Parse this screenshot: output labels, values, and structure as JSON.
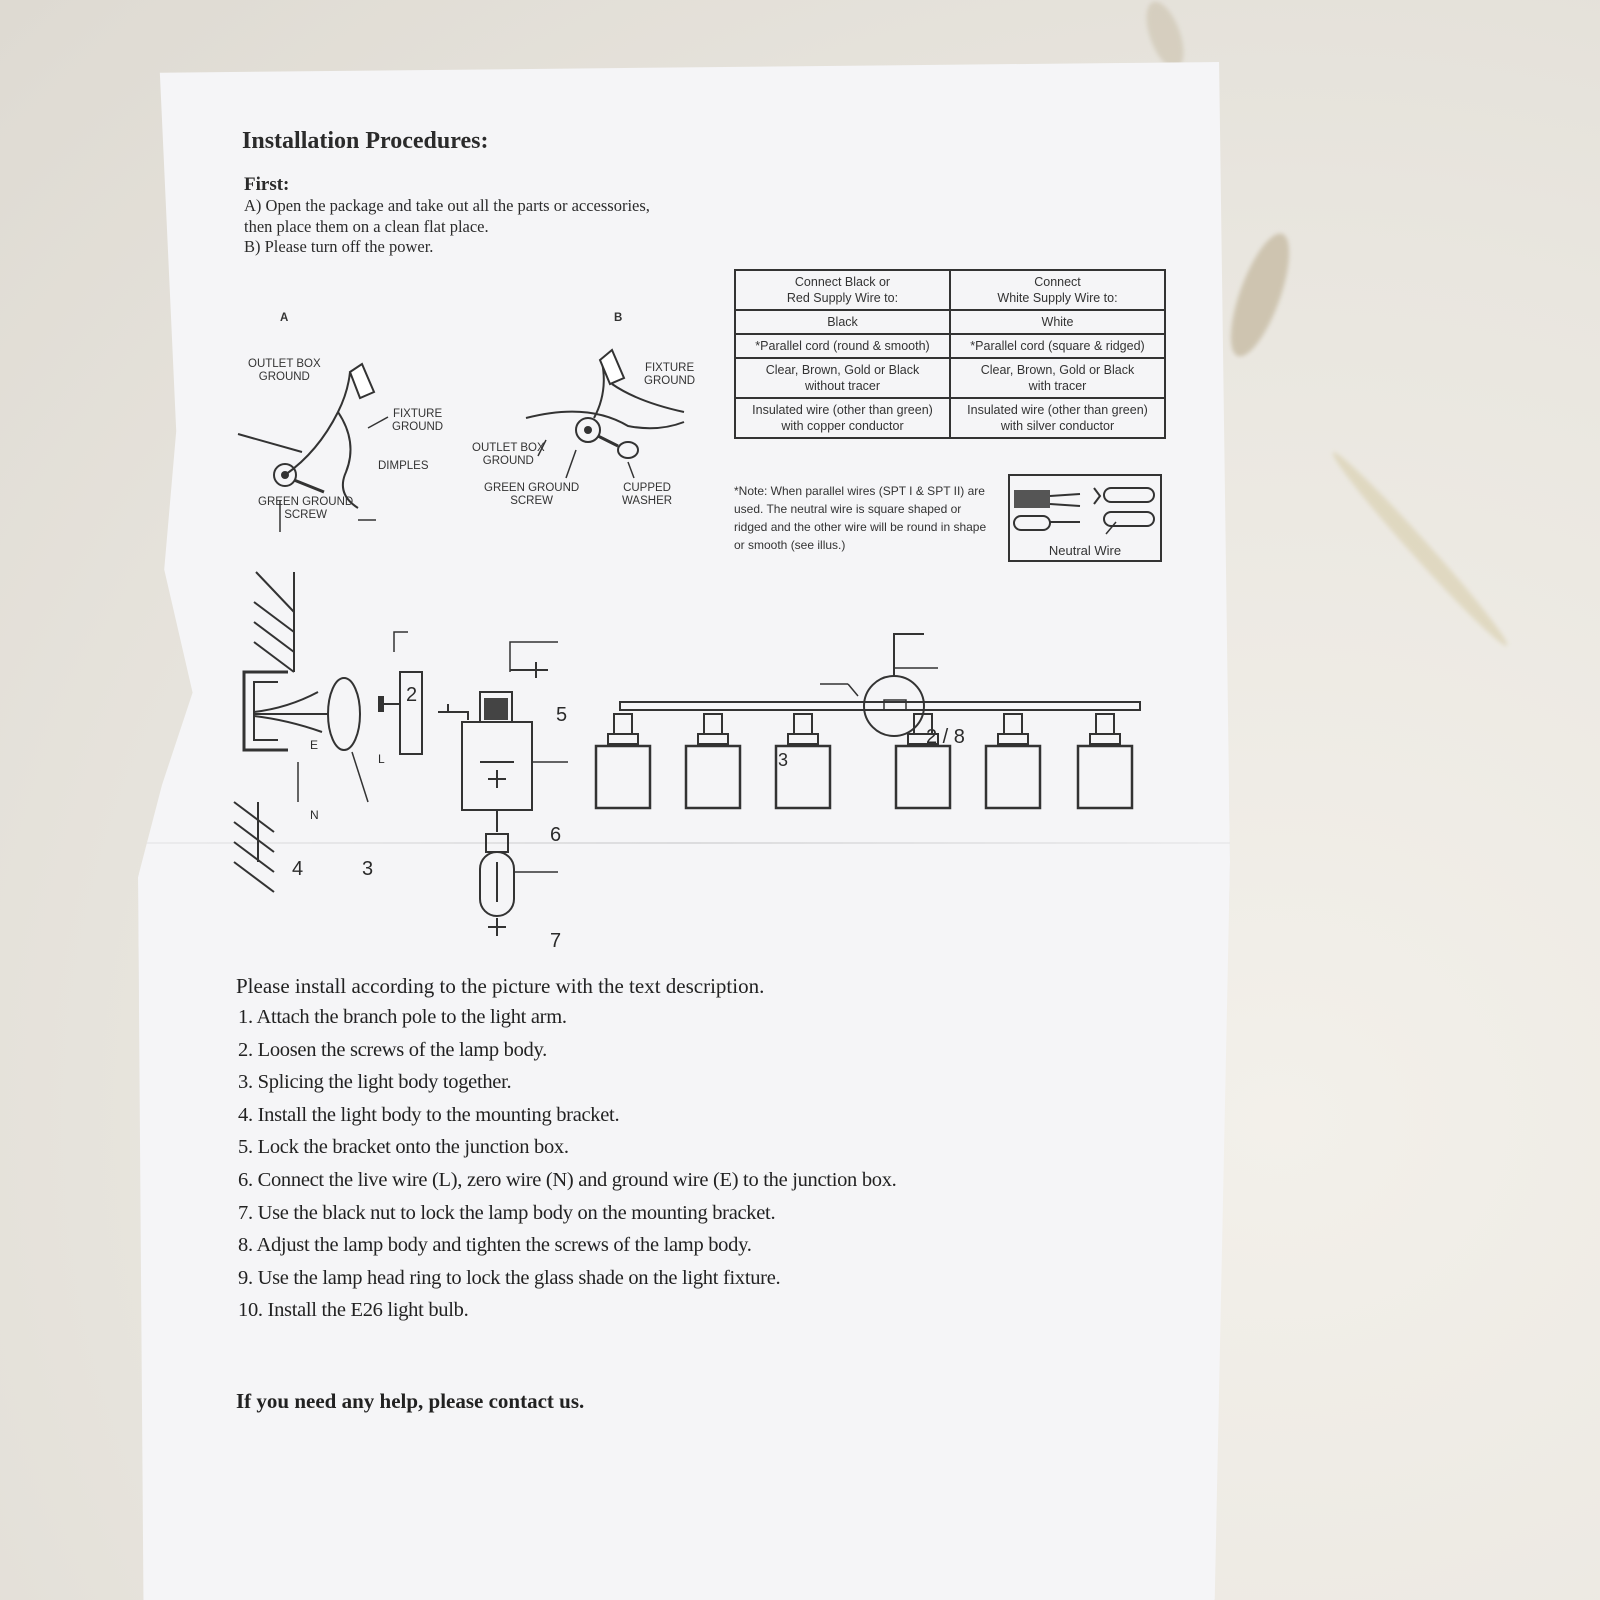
{
  "document": {
    "title": "Installation Procedures:",
    "first_label": "First:",
    "prep_lines": [
      "A) Open the package and take out all the parts or accessories,",
      "then place them on a clean flat place.",
      "B) Please turn off the power."
    ]
  },
  "wiring_diagrams": {
    "diagram_a": {
      "letter": "A",
      "outlet_box_ground": "OUTLET BOX\nGROUND",
      "fixture_ground": "FIXTURE\nGROUND",
      "dimples": "DIMPLES",
      "green_ground_screw": "GREEN GROUND\nSCREW"
    },
    "diagram_b": {
      "letter": "B",
      "fixture_ground": "FIXTURE\nGROUND",
      "outlet_box_ground": "OUTLET BOX\nGROUND",
      "green_ground_screw": "GREEN GROUND\nSCREW",
      "cupped_washer": "CUPPED\nWASHER"
    }
  },
  "wire_table": {
    "headers": [
      "Connect Black or\nRed Supply Wire to:",
      "Connect\nWhite Supply Wire to:"
    ],
    "rows": [
      [
        "Black",
        "White"
      ],
      [
        "*Parallel cord (round & smooth)",
        "*Parallel cord (square & ridged)"
      ],
      [
        "Clear, Brown, Gold or Black\nwithout tracer",
        "Clear, Brown, Gold or Black\nwith tracer"
      ],
      [
        "Insulated wire (other than green)\nwith copper conductor",
        "Insulated wire (other than green)\nwith silver conductor"
      ]
    ],
    "note": "*Note: When parallel wires (SPT I & SPT II) are used. The neutral wire is square shaped or ridged and the other wire will be round in shape or smooth (see illus.)",
    "neutral_wire_label": "Neutral Wire"
  },
  "assembly_diagram": {
    "callouts": {
      "n2": "2",
      "n5": "5",
      "n6": "6",
      "n7": "7",
      "n4": "4",
      "n3": "3",
      "n3b": "3",
      "n28": "2 / 8",
      "mark_e": "E",
      "mark_l": "L",
      "mark_n": "N"
    }
  },
  "instructions": {
    "intro": "Please install according to the picture with the text description.",
    "steps": [
      "1. Attach the branch pole to the light arm.",
      "2. Loosen the screws of the lamp body.",
      "3. Splicing the light body together.",
      "4. Install the light body to the mounting bracket.",
      "5. Lock the bracket onto the junction box.",
      "6. Connect the live wire (L), zero wire (N) and ground wire (E) to the junction box.",
      "7. Use the black nut to lock the lamp body on the mounting bracket.",
      "8. Adjust the lamp body and tighten the screws of the lamp body.",
      "9. Use the lamp head ring to lock the glass shade on the light fixture.",
      "10. Install the E26 light bulb."
    ],
    "help": "If you need any help, please contact us."
  }
}
